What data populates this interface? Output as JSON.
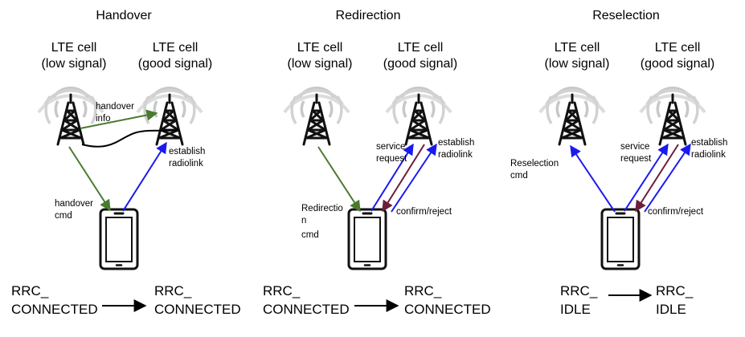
{
  "colors": {
    "green": "#4a7a2e",
    "blue": "#1a1aee",
    "purple": "#6d1f3a",
    "tower": "#111111",
    "wave": "#c8c8c8"
  },
  "panels": [
    {
      "title": "Handover",
      "cell_left": {
        "line1": "LTE cell",
        "line2": "(low signal)"
      },
      "cell_right": {
        "line1": "LTE cell",
        "line2": "(good signal)"
      },
      "labels": {
        "info": [
          "handover",
          "info"
        ],
        "establish": [
          "establish",
          "radiolink"
        ],
        "cmd": [
          "handover",
          "cmd"
        ]
      },
      "state_from": [
        "RRC_",
        "CONNECTED"
      ],
      "state_to": [
        "RRC_",
        "CONNECTED"
      ]
    },
    {
      "title": "Redirection",
      "cell_left": {
        "line1": "LTE cell",
        "line2": "(low signal)"
      },
      "cell_right": {
        "line1": "LTE cell",
        "line2": "(good signal)"
      },
      "labels": {
        "service": [
          "service",
          "request"
        ],
        "establish": [
          "establish",
          "radiolink"
        ],
        "cmd": [
          "Redirectio",
          "n",
          "cmd"
        ],
        "confirm": "confirm/reject"
      },
      "state_from": [
        "RRC_",
        "CONNECTED"
      ],
      "state_to": [
        "RRC_",
        "CONNECTED"
      ]
    },
    {
      "title": "Reselection",
      "cell_left": {
        "line1": "LTE cell",
        "line2": "(low signal)"
      },
      "cell_right": {
        "line1": "LTE cell",
        "line2": "(good signal)"
      },
      "labels": {
        "cmd": [
          "Reselection",
          "cmd"
        ],
        "service": [
          "service",
          "request"
        ],
        "establish": [
          "establish",
          "radiolink"
        ],
        "confirm": "confirm/reject"
      },
      "state_from": [
        "RRC_",
        "IDLE"
      ],
      "state_to": [
        "RRC_",
        "IDLE"
      ]
    }
  ]
}
